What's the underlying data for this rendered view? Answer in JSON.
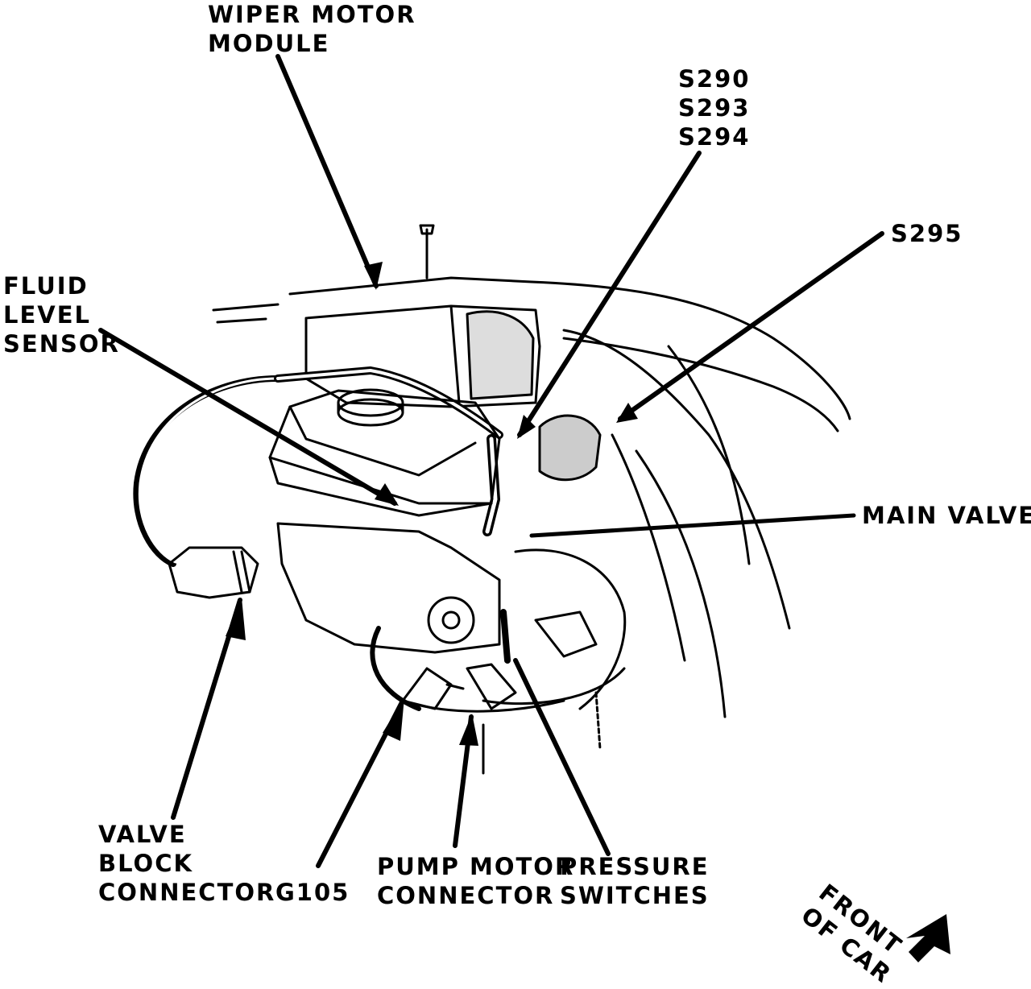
{
  "labels": {
    "wiper_motor_module": [
      "WIPER MOTOR",
      "MODULE"
    ],
    "splices_top": [
      "S290",
      "S293",
      "S294"
    ],
    "s295": "S295",
    "fluid_level_sensor": [
      "FLUID",
      "LEVEL",
      "SENSOR"
    ],
    "main_valve": "MAIN VALVE",
    "valve_block_connector": [
      "VALVE",
      "BLOCK",
      "CONNECTOR"
    ],
    "g105": "G105",
    "pump_motor_connector": [
      "PUMP MOTOR",
      "CONNECTOR"
    ],
    "pressure_switches": [
      "PRESSURE",
      "SWITCHES"
    ],
    "front_of_car": [
      "FRONT",
      "OF CAR"
    ]
  }
}
